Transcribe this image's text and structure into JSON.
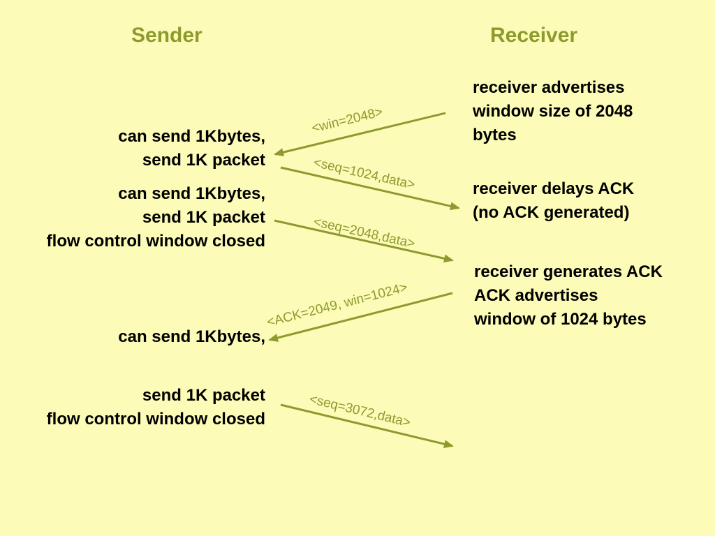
{
  "titles": {
    "sender": "Sender",
    "receiver": "Receiver"
  },
  "sender_notes": [
    {
      "lines": [
        "can send  1Kbytes,",
        "send 1K packet"
      ]
    },
    {
      "lines": [
        "can send  1Kbytes,",
        "send 1K packet",
        "flow control window closed"
      ]
    },
    {
      "lines": [
        "can send  1Kbytes,"
      ]
    },
    {
      "lines": [
        "send 1K packet",
        "flow control window closed"
      ]
    }
  ],
  "receiver_notes": [
    {
      "lines": [
        "receiver advertises",
        "window size of 2048",
        "bytes"
      ]
    },
    {
      "lines": [
        "receiver delays ACK",
        "(no ACK generated)"
      ]
    },
    {
      "lines": [
        "receiver generates ACK",
        "ACK advertises",
        "window of 1024 bytes"
      ]
    }
  ],
  "messages": [
    {
      "label": "<win=2048>",
      "direction": "receiver-to-sender"
    },
    {
      "label": "<seq=1024,data>",
      "direction": "sender-to-receiver"
    },
    {
      "label": "<seq=2048,data>",
      "direction": "sender-to-receiver"
    },
    {
      "label": "<ACK=2049, win=1024>",
      "direction": "receiver-to-sender"
    },
    {
      "label": "<seq=3072,data>",
      "direction": "sender-to-receiver"
    }
  ],
  "colors": {
    "background": "#fcfcb8",
    "accent": "#8e9a2e",
    "text": "#000000"
  }
}
